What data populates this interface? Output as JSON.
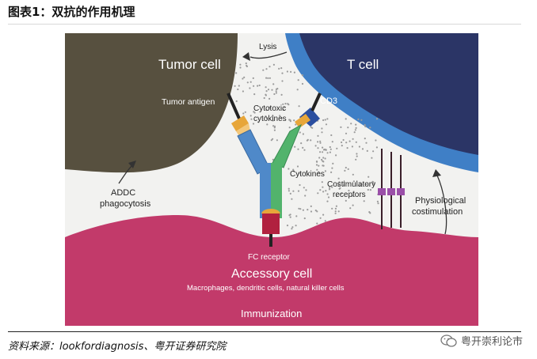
{
  "figure_title": "图表1：双抗的作用机理",
  "labels": {
    "tumor_cell": "Tumor cell",
    "t_cell": "T cell",
    "lysis": "Lysis",
    "tumor_antigen": "Tumor antigen",
    "cd3": "CD3",
    "cytotoxic_cytokines": [
      "Cytotoxic",
      "cytokines"
    ],
    "cytokines": "Cytokines",
    "costimulatory_receptors": [
      "Costimulatory",
      "receptors"
    ],
    "adcc": [
      "ADDC",
      "phagocytosis"
    ],
    "physiological": [
      "Physiological",
      "costimulation"
    ],
    "fc_receptor": "FC receptor",
    "accessory_cell": "Accessory cell",
    "accessory_sub": "Macrophages, dendritic cells, natural killer cells",
    "immunization": "Immunization"
  },
  "source": "资料来源：lookfordiagnosis、粤开证券研究院",
  "watermark": "粤开崇利论市",
  "colors": {
    "tumor": "#57503f",
    "t_cell_outer": "#3f7fc6",
    "t_cell_inner": "#2b3566",
    "accessory": "#c23a6a",
    "antibody_blue": "#4f89c9",
    "antibody_green": "#52b36c",
    "antibody_fc": "#b1213f",
    "antigen_orange": "#e7a63a",
    "receptor_purple": "#9a4fa8"
  }
}
